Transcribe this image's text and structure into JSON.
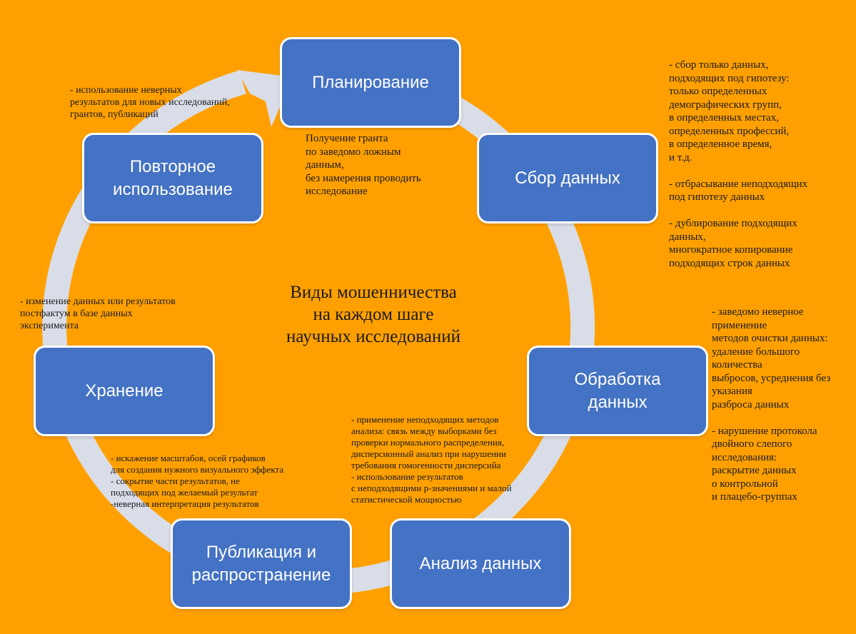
{
  "title": "Виды мошенничества\nна каждом шаге\nнаучных исследований",
  "colors": {
    "background": "#ffa000",
    "box_fill": "#4472c4",
    "box_border": "#ffffff",
    "cycle_arrow": "#d9dde8"
  },
  "stages": {
    "planning": "Планирование",
    "data_collection": "Сбор данных",
    "data_processing": "Обработка\nданных",
    "data_analysis": "Анализ данных",
    "publication": "Публикация и\nраспространение",
    "storage": "Хранение",
    "reuse": "Повторное\nиспользование"
  },
  "notes": {
    "planning": "Получение гранта\nпо заведомо ложным\nданным,\nбез намерения проводить\nисследование",
    "data_collection": "- сбор только данных,\nподходящих под гипотезу:\nтолько определенных\nдемографических групп,\nв определенных местах,\nопределенных профессий,\nв определенное время,\nи т.д.\n\n- отбрасывание неподходящих\nпод гипотезу данных\n\n- дублирование подходящих\nданных,\nмногократное копирование\nподходящих строк данных",
    "data_processing": "- заведомо неверное\nприменение\nметодов очистки данных:\nудаление большого\nколичества\nвыбросов, усреднения без\nуказания\nразброса данных\n\n- нарушение протокола\nдвойного слепого\nисследования:\nраскрытие данных\nо контрольной\nи плацебо-группах",
    "data_analysis": "- применение неподходящих методов\nанализа: связь между выборками без\nпроверки нормального распределения,\nдисперсионный анализ при нарушении\nтребования гомогенности дисперсийа\n- использование результатов\nс неподходящими p-значениями и малой\nстатистической мощностью",
    "publication": "- искажение масштабов, осей графиков\nдля создания нужного визуального эффекта\n- сокрытие части результатов, не\nподходящих под желаемый результат\n-неверная интерпретация результатов",
    "storage": "- изменение данных или результатов\nпостфактум в базе данных\nэксперимента",
    "reuse": "- использование неверных\nрезультатов для новых исследований,\nгрантов, публикаций"
  }
}
